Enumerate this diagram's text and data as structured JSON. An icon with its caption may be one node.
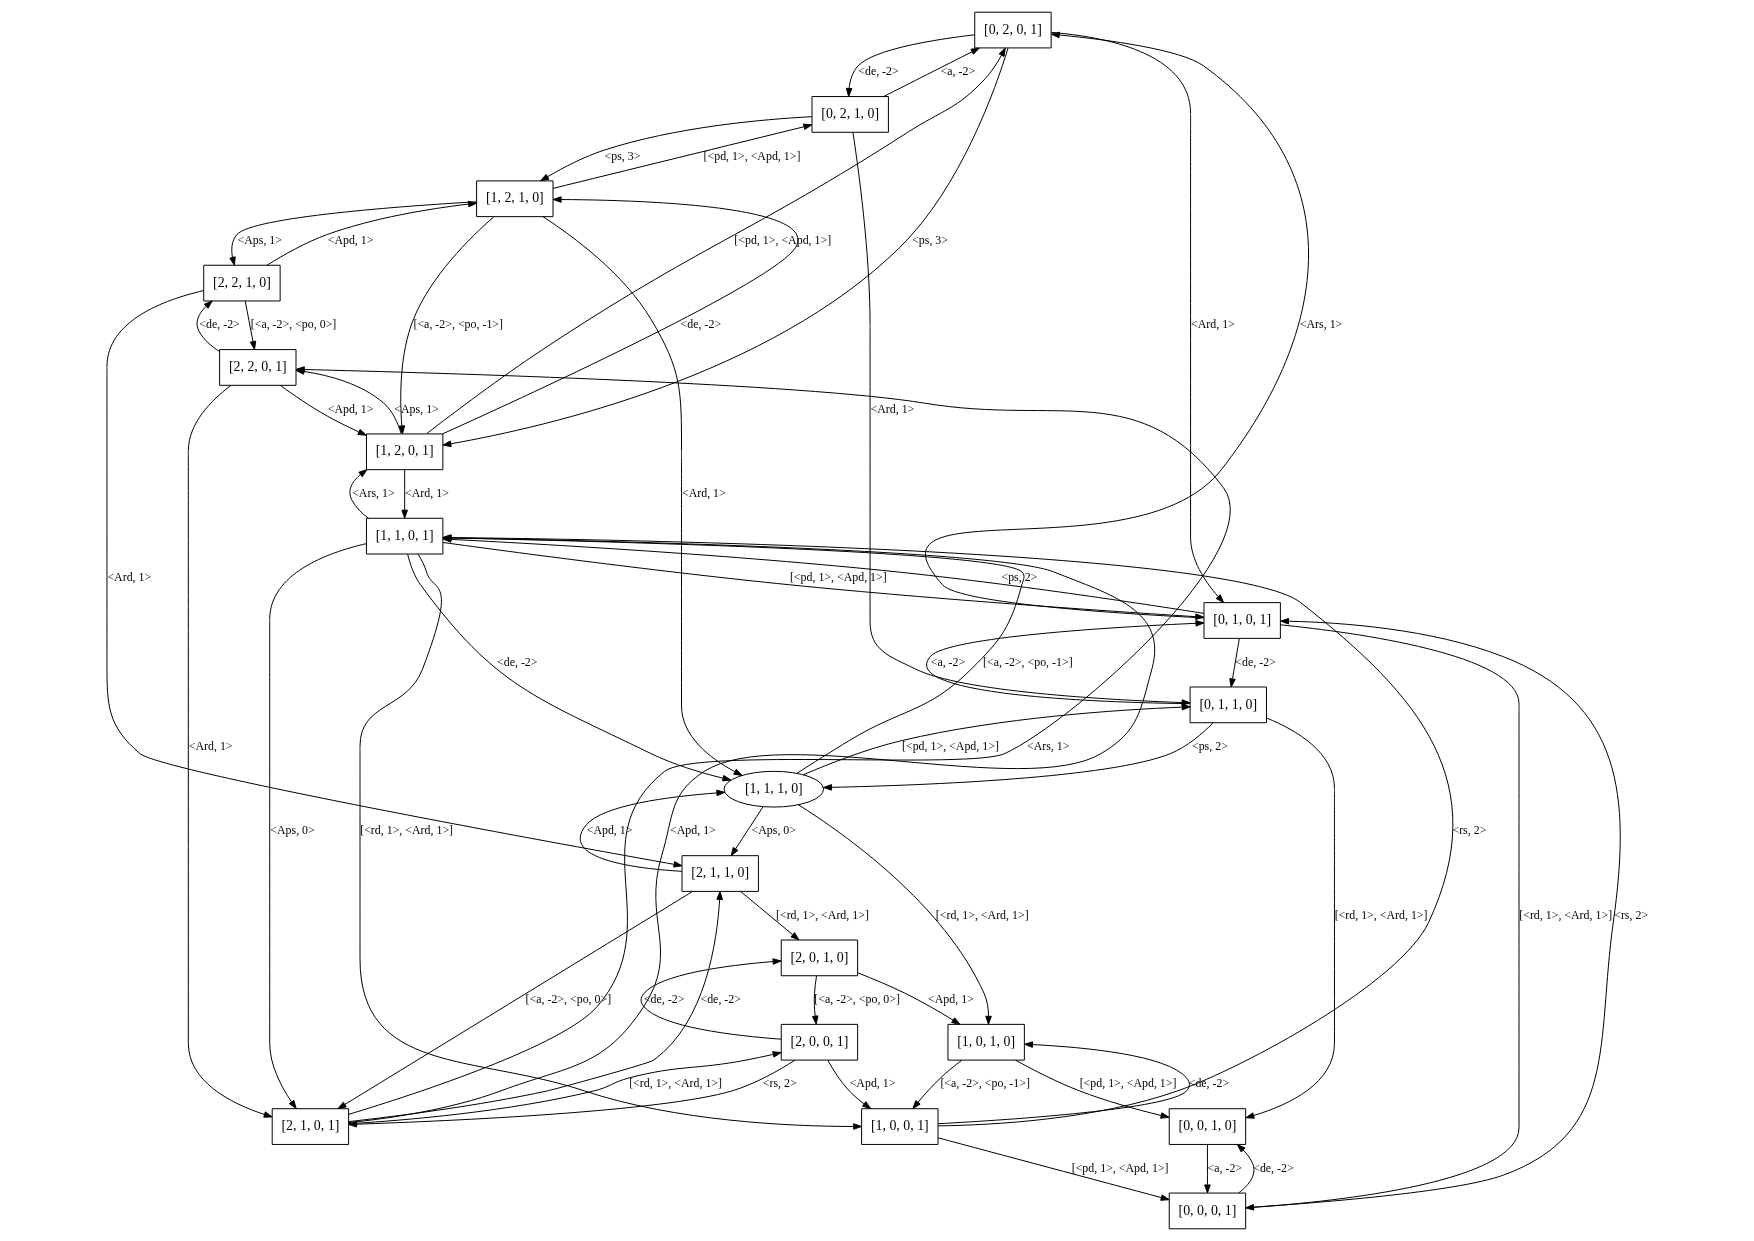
{
  "diagram": {
    "nodes": [
      {
        "text": [
          "[0, 2, 0, 1]"
        ]
      },
      {
        "text": [
          "[0, 2, 1, 0]"
        ]
      },
      {
        "text": [
          "[1, 2, 1, 0]"
        ]
      },
      {
        "text": [
          "[2, 2, 1, 0]"
        ]
      },
      {
        "text": [
          "[2, 2, 0, 1]"
        ]
      },
      {
        "text": [
          "[1, 2, 0, 1]"
        ]
      },
      {
        "text": [
          "[1, 1, 0, 1]"
        ]
      },
      {
        "text": [
          "[0, 1, 0, 1]"
        ]
      },
      {
        "text": [
          "[0, 1, 1, 0]"
        ]
      },
      {
        "text": [
          "[1, 1, 1, 0]"
        ]
      },
      {
        "text": [
          "[2, 1, 1, 0]"
        ]
      },
      {
        "text": [
          "[2, 0, 1, 0]"
        ]
      },
      {
        "text": [
          "[2, 0, 0, 1]"
        ]
      },
      {
        "text": [
          "[1, 0, 1, 0]"
        ]
      },
      {
        "text": [
          "[2, 1, 0, 1]"
        ]
      },
      {
        "text": [
          "[1, 0, 0, 1]"
        ]
      },
      {
        "text": [
          "[0, 0, 1, 0]"
        ]
      },
      {
        "text": [
          "[0, 0, 0, 1]"
        ]
      }
    ],
    "edges": [
      {
        "from": 0,
        "to": 1,
        "arrow": "to",
        "label": "<de, -2>"
      },
      {
        "from": 1,
        "to": 0,
        "arrow": "to",
        "label": "<a, -2>"
      },
      {
        "from": 1,
        "to": 2,
        "arrow": "to",
        "label": "<ps, 3>"
      },
      {
        "from": 2,
        "to": 1,
        "arrow": "to",
        "label": "[<pd, 1>, <Apd, 1>]"
      },
      {
        "from": 1,
        "to": 8,
        "arrow": "to",
        "label": "<Ard, 1>"
      },
      {
        "from": 2,
        "to": 3,
        "arrow": "to",
        "label": "<Aps, 1>"
      },
      {
        "from": 3,
        "to": 2,
        "arrow": "to",
        "label": "<Apd, 1>"
      },
      {
        "from": 2,
        "to": 5,
        "arrow": "to",
        "label": "[<a, -2>, <po, -1>]"
      },
      {
        "from": 5,
        "to": 2,
        "arrow": "to",
        "label": "<de, -2>"
      },
      {
        "from": 2,
        "to": 9,
        "arrow": "to",
        "label": "<Ard, 1>"
      },
      {
        "from": 3,
        "to": 4,
        "arrow": "to",
        "label": "[<a, -2>, <po, 0>]"
      },
      {
        "from": 4,
        "to": 3,
        "arrow": "to",
        "label": "<de, -2>"
      },
      {
        "from": 3,
        "to": 10,
        "arrow": "to",
        "label": "<Ard, 1>"
      },
      {
        "from": 0,
        "to": 5,
        "arrow": "to",
        "label": "<ps, 3>"
      },
      {
        "from": 5,
        "to": 0,
        "arrow": "to",
        "label": "[<pd, 1>, <Apd, 1>]"
      },
      {
        "from": 0,
        "to": 7,
        "arrow": "to",
        "label": "<Ard, 1>"
      },
      {
        "from": 7,
        "to": 0,
        "arrow": "to",
        "label": "<Ars, 1>"
      },
      {
        "from": 4,
        "to": 5,
        "arrow": "to",
        "label": "<Apd, 1>"
      },
      {
        "from": 5,
        "to": 4,
        "arrow": "to",
        "label": "<Aps, 1>"
      },
      {
        "from": 4,
        "to": 14,
        "arrow": "to",
        "label": "<Ard, 1>"
      },
      {
        "from": 14,
        "to": 4,
        "arrow": "to",
        "label": "<Ars, 1>"
      },
      {
        "from": 5,
        "to": 6,
        "arrow": "to",
        "label": "<Ard, 1>"
      },
      {
        "from": 6,
        "to": 5,
        "arrow": "to",
        "label": "<Ars, 1>"
      },
      {
        "from": 6,
        "to": 7,
        "arrow": "to",
        "label": "[<pd, 1>, <Apd, 1>]"
      },
      {
        "from": 7,
        "to": 6,
        "arrow": "to",
        "label": "<ps, 2>"
      },
      {
        "from": 6,
        "to": 9,
        "arrow": "to",
        "label": "<de, -2>"
      },
      {
        "from": 9,
        "to": 6,
        "arrow": "to",
        "label": "[<a, -2>, <po, -1>]"
      },
      {
        "from": 6,
        "to": 14,
        "arrow": "to",
        "label": "<Aps, 0>"
      },
      {
        "from": 14,
        "to": 6,
        "arrow": "to",
        "label": "<Apd, 1>"
      },
      {
        "from": 6,
        "to": 15,
        "arrow": "to",
        "label": "[<rd, 1>, <Ard, 1>]"
      },
      {
        "from": 15,
        "to": 6,
        "arrow": "to",
        "label": "<rs, 2>"
      },
      {
        "from": 7,
        "to": 8,
        "arrow": "to",
        "label": "<de, -2>"
      },
      {
        "from": 8,
        "to": 7,
        "arrow": "to",
        "label": "<a, -2>"
      },
      {
        "from": 7,
        "to": 17,
        "arrow": "to",
        "label": "[<rd, 1>, <Ard, 1>]"
      },
      {
        "from": 17,
        "to": 7,
        "arrow": "to",
        "label": "<rs, 2>"
      },
      {
        "from": 8,
        "to": 9,
        "arrow": "to",
        "label": "<ps, 2>"
      },
      {
        "from": 9,
        "to": 8,
        "arrow": "to",
        "label": "[<pd, 1>, <Apd, 1>]"
      },
      {
        "from": 8,
        "to": 16,
        "arrow": "to",
        "label": "[<rd, 1>, <Ard, 1>]"
      },
      {
        "from": 9,
        "to": 10,
        "arrow": "to",
        "label": "<Aps, 0>"
      },
      {
        "from": 10,
        "to": 9,
        "arrow": "to",
        "label": "<Apd, 1>"
      },
      {
        "from": 9,
        "to": 13,
        "arrow": "to",
        "label": "[<rd, 1>, <Ard, 1>]"
      },
      {
        "from": 10,
        "to": 11,
        "arrow": "to",
        "label": "[<rd, 1>, <Ard, 1>]"
      },
      {
        "from": 10,
        "to": 14,
        "arrow": "to",
        "label": "[<a, -2>, <po, 0>]"
      },
      {
        "from": 14,
        "to": 10,
        "arrow": "to",
        "label": "<de, -2>"
      },
      {
        "from": 11,
        "to": 12,
        "arrow": "to",
        "label": "[<a, -2>, <po, 0>]"
      },
      {
        "from": 12,
        "to": 11,
        "arrow": "to",
        "label": "<de, -2>"
      },
      {
        "from": 11,
        "to": 13,
        "arrow": "to",
        "label": "<Apd, 1>"
      },
      {
        "from": 12,
        "to": 14,
        "arrow": "to",
        "label": "<rs, 2>"
      },
      {
        "from": 14,
        "to": 12,
        "arrow": "to",
        "label": "[<rd, 1>, <Ard, 1>]"
      },
      {
        "from": 12,
        "to": 15,
        "arrow": "to",
        "label": "<Apd, 1>"
      },
      {
        "from": 13,
        "to": 15,
        "arrow": "to",
        "label": "[<a, -2>, <po, -1>]"
      },
      {
        "from": 15,
        "to": 13,
        "arrow": "to",
        "label": "<de, -2>"
      },
      {
        "from": 13,
        "to": 16,
        "arrow": "to",
        "label": "[<pd, 1>, <Apd, 1>]"
      },
      {
        "from": 15,
        "to": 17,
        "arrow": "to",
        "label": "[<pd, 1>, <Apd, 1>]"
      },
      {
        "from": 16,
        "to": 17,
        "arrow": "to",
        "label": "<a, -2>"
      },
      {
        "from": 17,
        "to": 16,
        "arrow": "to",
        "label": "<de, -2>"
      }
    ]
  }
}
